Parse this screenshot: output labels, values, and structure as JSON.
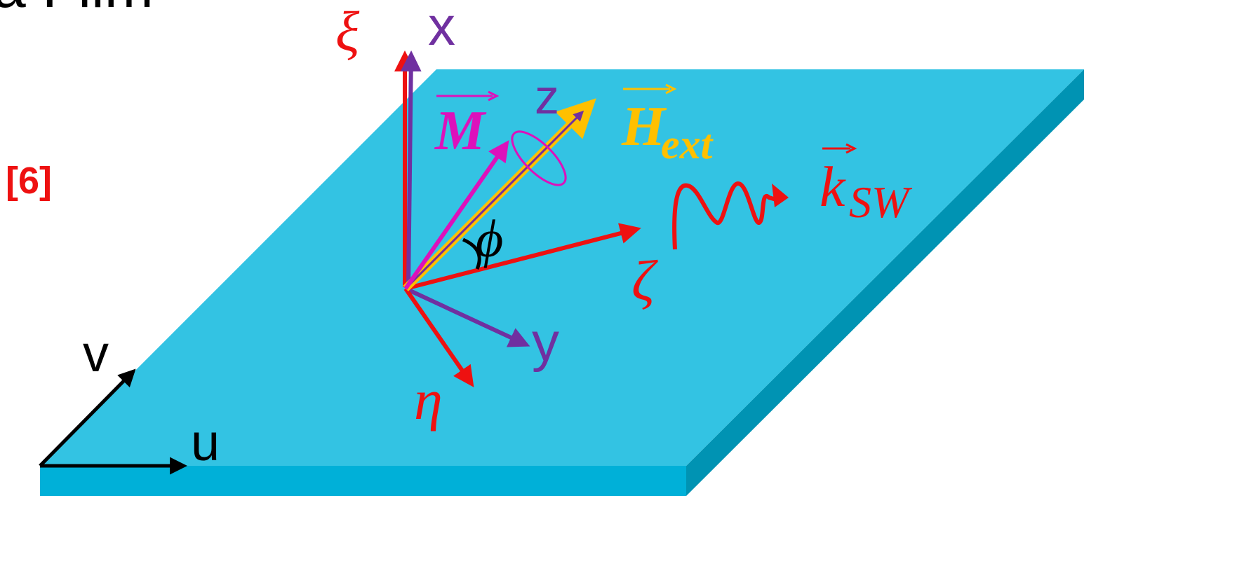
{
  "title_fragment": "a Film",
  "reference": "[6]",
  "labels": {
    "xi": "ξ",
    "x": "x",
    "z": "z",
    "m": "M",
    "h_main": "H",
    "h_sub": "ext",
    "k_main": "k",
    "k_sub": "SW",
    "phi": "ϕ",
    "zeta": "ζ",
    "y": "y",
    "eta": "η",
    "v": "v",
    "u": "u"
  },
  "colors": {
    "film_top": "#33c3e3",
    "film_front": "#00b0d8",
    "film_side": "#0093b3",
    "red": "#ee1111",
    "purple": "#7030a0",
    "magenta": "#dd11bb",
    "gold": "#ffc000",
    "black": "#000000"
  }
}
